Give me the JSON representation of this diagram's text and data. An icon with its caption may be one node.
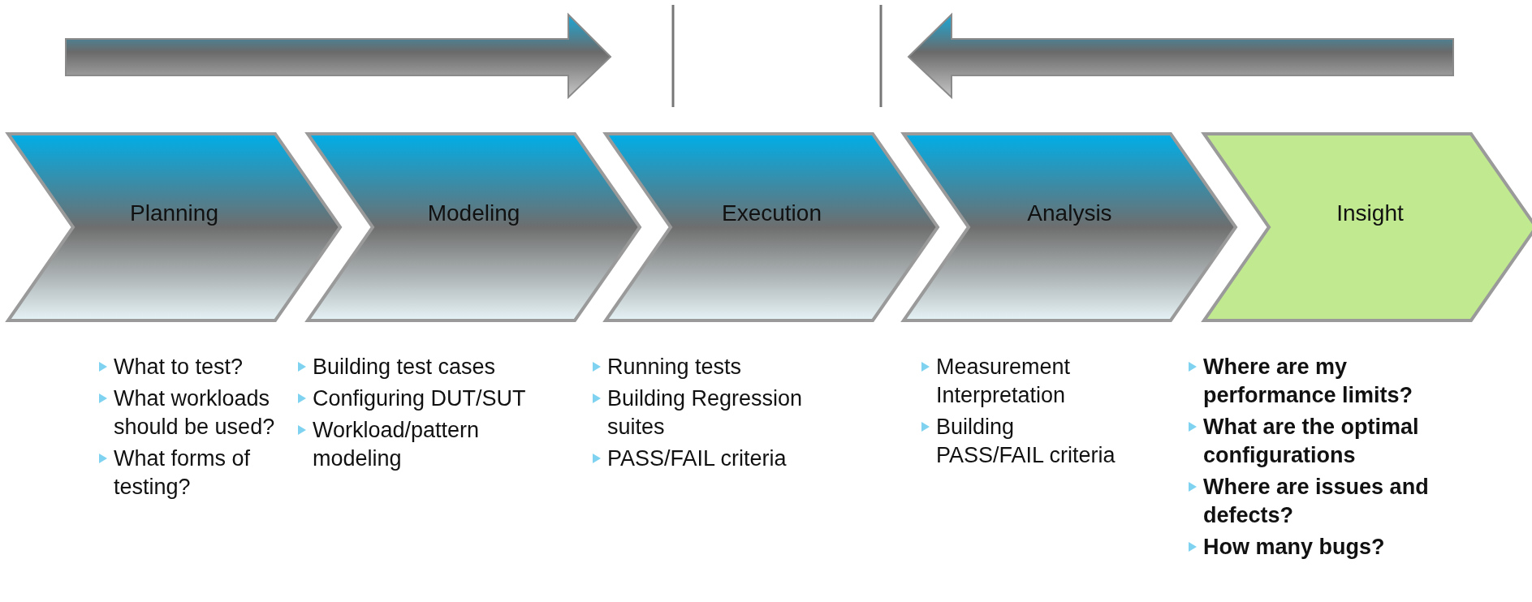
{
  "diagram": {
    "nodes": [
      {
        "text": [
          "Planning"
        ],
        "beside": [
          "What to test?",
          "What workloads should be used?",
          "What forms of testing?"
        ]
      },
      {
        "text": [
          "Modeling"
        ],
        "beside": [
          "Building test cases",
          "Configuring DUT/SUT",
          "Workload/pattern modeling"
        ]
      },
      {
        "text": [
          "Execution"
        ],
        "beside": [
          "Running tests",
          "Building Regression suites",
          "PASS/FAIL criteria"
        ]
      },
      {
        "text": [
          "Analysis"
        ],
        "beside": [
          "Measurement Interpretation",
          "Building PASS/FAIL criteria"
        ]
      },
      {
        "text": [
          "Insight"
        ],
        "beside": [
          "Where are my performance limits?",
          "What are the optimal configurations",
          "Where are issues and defects?",
          "How many bugs?"
        ]
      }
    ]
  }
}
